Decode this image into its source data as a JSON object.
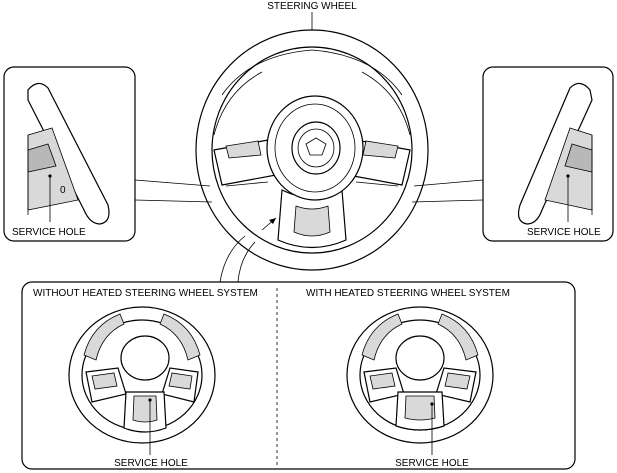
{
  "labels": {
    "steering_wheel": "STEERING WHEEL",
    "service_hole_left": "SERVICE HOLE",
    "service_hole_right": "SERVICE HOLE",
    "without_heated": "WITHOUT HEATED STEERING WHEEL SYSTEM",
    "with_heated": "WITH HEATED STEERING WHEEL SYSTEM",
    "service_hole_bottom_left": "SERVICE HOLE",
    "service_hole_bottom_right": "SERVICE HOLE"
  },
  "detail_mark": "0"
}
